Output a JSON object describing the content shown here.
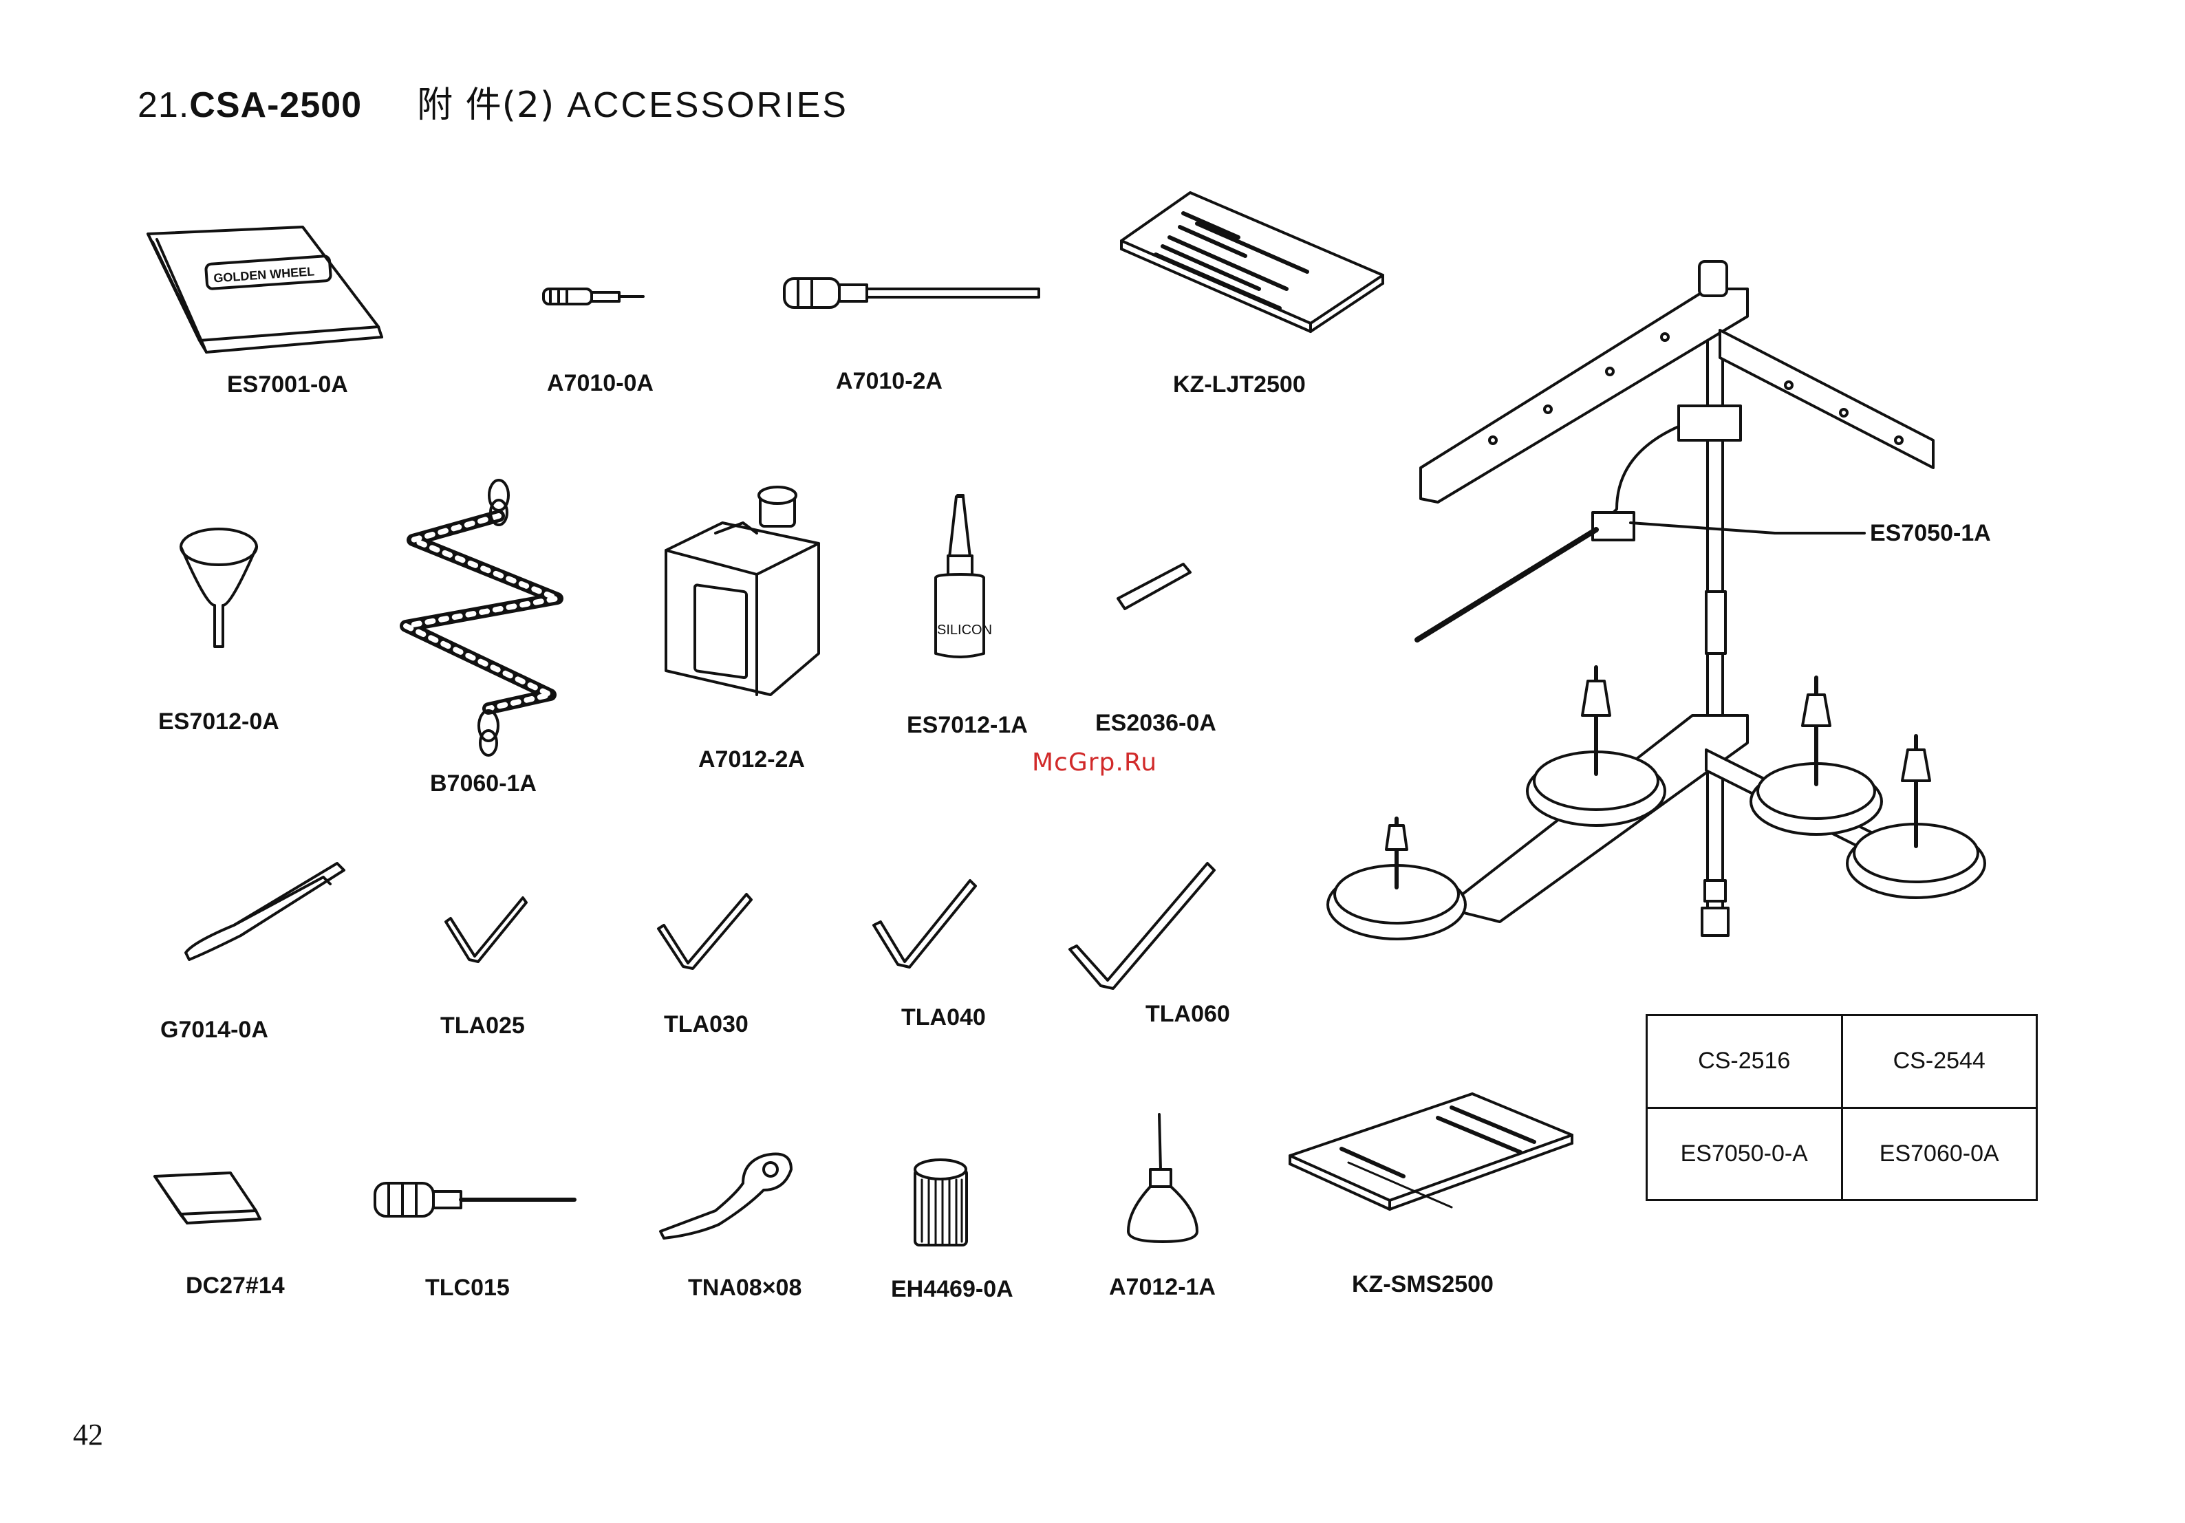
{
  "header": {
    "number": "21.",
    "model": "CSA-2500",
    "title_cjk": "附 件(2)",
    "title_en": "ACCESSORIES"
  },
  "parts": {
    "p1": "ES7001-0A",
    "p2": "A7010-0A",
    "p3": "A7010-2A",
    "p4": "KZ-LJT2500",
    "p5": "ES7050-1A",
    "p6": "ES7012-0A",
    "p7": "B7060-1A",
    "p8": "A7012-2A",
    "p9": "ES7012-1A",
    "p10": "ES2036-0A",
    "p11": "G7014-0A",
    "p12": "TLA025",
    "p13": "TLA030",
    "p14": "TLA040",
    "p15": "TLA060",
    "p16": "DC27#14",
    "p17": "TLC015",
    "p18": "TNA08×08",
    "p19": "EH4469-0A",
    "p20": "A7012-1A",
    "p21": "KZ-SMS2500"
  },
  "stand_table": {
    "row1": [
      "CS-2516",
      "CS-2544"
    ],
    "row2": [
      "ES7050-0-A",
      "ES7060-0A"
    ]
  },
  "drawing_text": {
    "manual_cover": "GOLDEN WHEEL",
    "bottle_label": "SILICON"
  },
  "watermark": "McGrp.Ru",
  "page_number": "42"
}
